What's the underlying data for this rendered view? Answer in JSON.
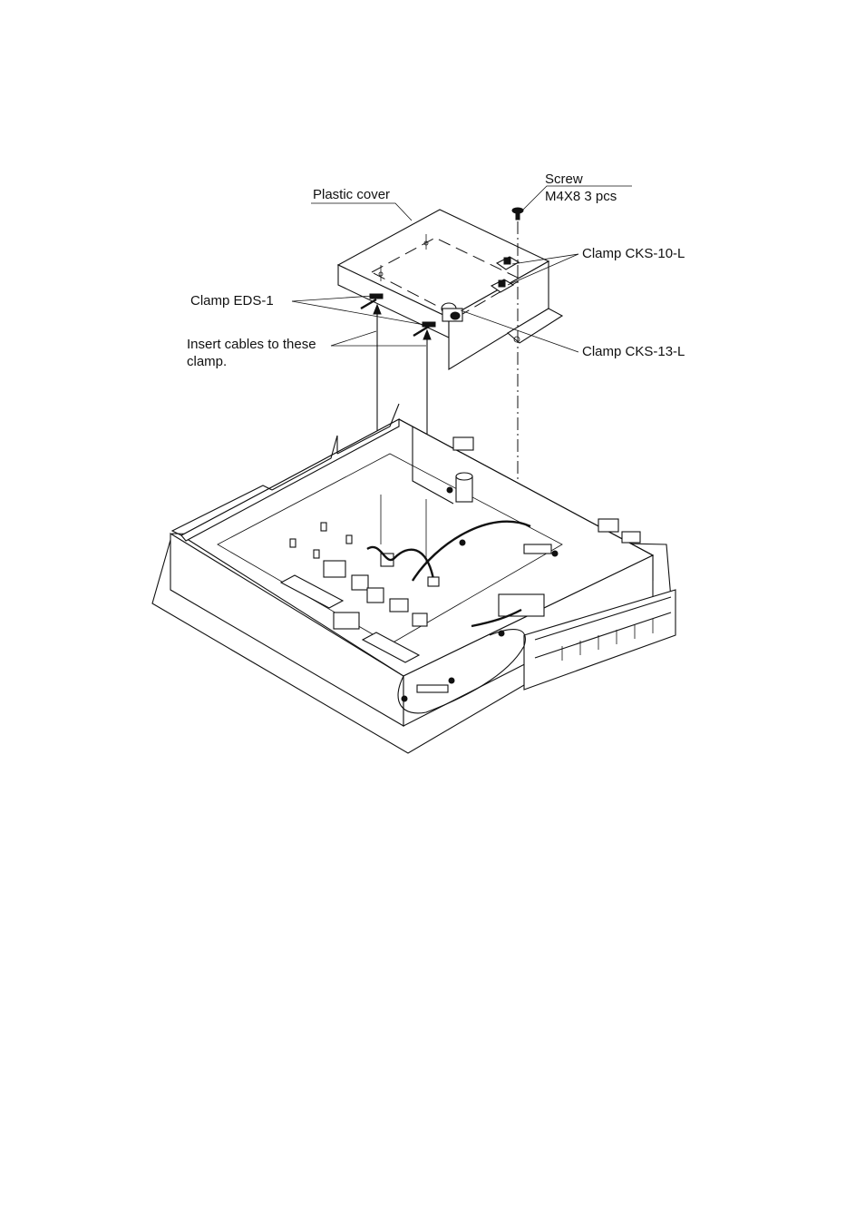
{
  "labels": {
    "plastic_cover": "Plastic cover",
    "screw_title": "Screw",
    "screw_spec": "M4X8  3 pcs",
    "clamp_cks10": "Clamp CKS-10-L",
    "clamp_eds1": "Clamp EDS-1",
    "insert_line1": "Insert cables to these",
    "insert_line2": "clamp.",
    "clamp_cks13": "Clamp CKS-13-L"
  },
  "icons": [
    "screw-icon",
    "clamp-cks10-icon",
    "clamp-cks13-icon",
    "clamp-eds1-icon"
  ]
}
